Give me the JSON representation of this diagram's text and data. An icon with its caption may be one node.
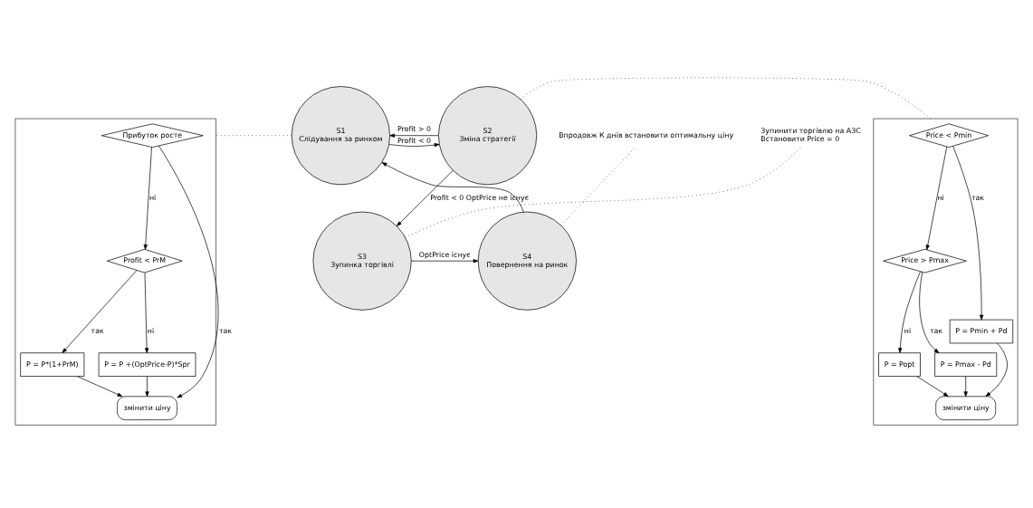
{
  "diagram": {
    "nodes": [
      {
        "text": [
          "S1",
          "Слідування за ринком"
        ]
      },
      {
        "text": [
          "S2",
          "Зміна стратегії"
        ]
      },
      {
        "text": [
          "S3",
          "Зупинка торгівлі"
        ]
      },
      {
        "text": [
          "S4",
          "Повернення на ринок"
        ]
      },
      {
        "text": [],
        "shape": "bracket"
      },
      {
        "text": [
          "Прибуток росте"
        ],
        "in": 4
      },
      {
        "text": [
          "Profit < PrM"
        ],
        "in": 4
      },
      {
        "text": [
          "P = P*(1+PrM)"
        ],
        "in": 4
      },
      {
        "text": [
          "P = P +(OptPrice-P)*Spr"
        ],
        "in": 4
      },
      {
        "text": [
          "змінити ціну"
        ],
        "in": 4
      },
      {
        "text": [],
        "shape": "bracket"
      },
      {
        "text": [
          "Price < Pmin"
        ],
        "in": 10
      },
      {
        "text": [
          "Price > Pmax"
        ],
        "in": 10
      },
      {
        "text": [
          "P = Pmin + Pd"
        ],
        "in": 10
      },
      {
        "text": [
          "P = Popt"
        ],
        "in": 10
      },
      {
        "text": [
          "P = Pmax - Pd"
        ],
        "in": 10
      },
      {
        "text": [
          "змінити ціну"
        ],
        "in": 10
      },
      {
        "text": [
          "Впродовж К днів встановити оптимальну ціну"
        ]
      },
      {
        "text": [
          "Зупинити торгівлю на АЗС",
          "Встановити Price = 0"
        ]
      }
    ],
    "edges": [
      {
        "from": 5,
        "to": 6,
        "arrow": "to",
        "label": "ні"
      },
      {
        "from": 5,
        "to": 9,
        "arrow": "to",
        "label": "так"
      },
      {
        "from": 6,
        "to": 7,
        "arrow": "to",
        "label": "так"
      },
      {
        "from": 6,
        "to": 8,
        "arrow": "to",
        "label": "ні"
      },
      {
        "from": 7,
        "to": 9,
        "arrow": "to"
      },
      {
        "from": 8,
        "to": 9,
        "arrow": "to"
      },
      {
        "from": 11,
        "to": 13,
        "arrow": "to",
        "label": "так"
      },
      {
        "from": 11,
        "to": 12,
        "arrow": "to",
        "label": "ні"
      },
      {
        "from": 12,
        "to": 15,
        "arrow": "to",
        "label": "так"
      },
      {
        "from": 12,
        "to": 14,
        "arrow": "to",
        "label": "ні"
      },
      {
        "from": 13,
        "to": 16,
        "arrow": "to"
      },
      {
        "from": 15,
        "to": 16,
        "arrow": "to"
      },
      {
        "from": 14,
        "to": 16,
        "arrow": "to"
      },
      {
        "from": 1,
        "to": 0,
        "arrow": "to",
        "label": "Profit > 0"
      },
      {
        "from": 0,
        "to": 1,
        "arrow": "to",
        "label": "Profit < 0"
      },
      {
        "from": 1,
        "to": 2,
        "arrow": "to",
        "label": "Profit < 0 OptPrice не існує"
      },
      {
        "from": 2,
        "to": 3,
        "arrow": "to",
        "label": "OptPrice існує"
      },
      {
        "from": 3,
        "to": 0,
        "arrow": "to"
      },
      {
        "from": 0,
        "to": 4,
        "arrow": "none",
        "style": "dashed"
      },
      {
        "from": 1,
        "to": 10,
        "arrow": "none",
        "style": "dashed"
      },
      {
        "from": 3,
        "to": 17,
        "arrow": "none",
        "style": "dashed"
      },
      {
        "from": 2,
        "to": 18,
        "arrow": "none",
        "style": "dashed"
      }
    ]
  }
}
